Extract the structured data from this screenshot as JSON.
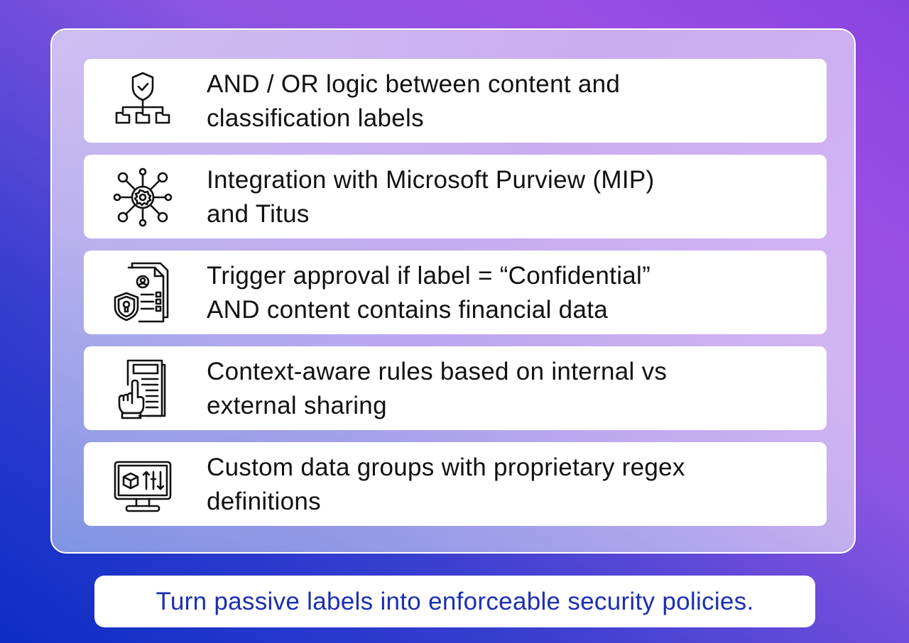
{
  "features": [
    {
      "icon": "shield-hierarchy-icon",
      "line1": "AND / OR logic between content and",
      "line2": "classification labels"
    },
    {
      "icon": "network-gear-icon",
      "line1": "Integration with Microsoft Purview (MIP)",
      "line2": "and Titus"
    },
    {
      "icon": "secure-document-icon",
      "line1": "Trigger approval if label = “Confidential”",
      "line2": "AND content contains financial data"
    },
    {
      "icon": "document-touch-icon",
      "line1": "Context-aware rules based on internal vs",
      "line2": "external sharing"
    },
    {
      "icon": "monitor-settings-icon",
      "line1": "Custom data groups with proprietary regex",
      "line2": "definitions"
    }
  ],
  "tagline": "Turn passive labels into enforceable security policies."
}
